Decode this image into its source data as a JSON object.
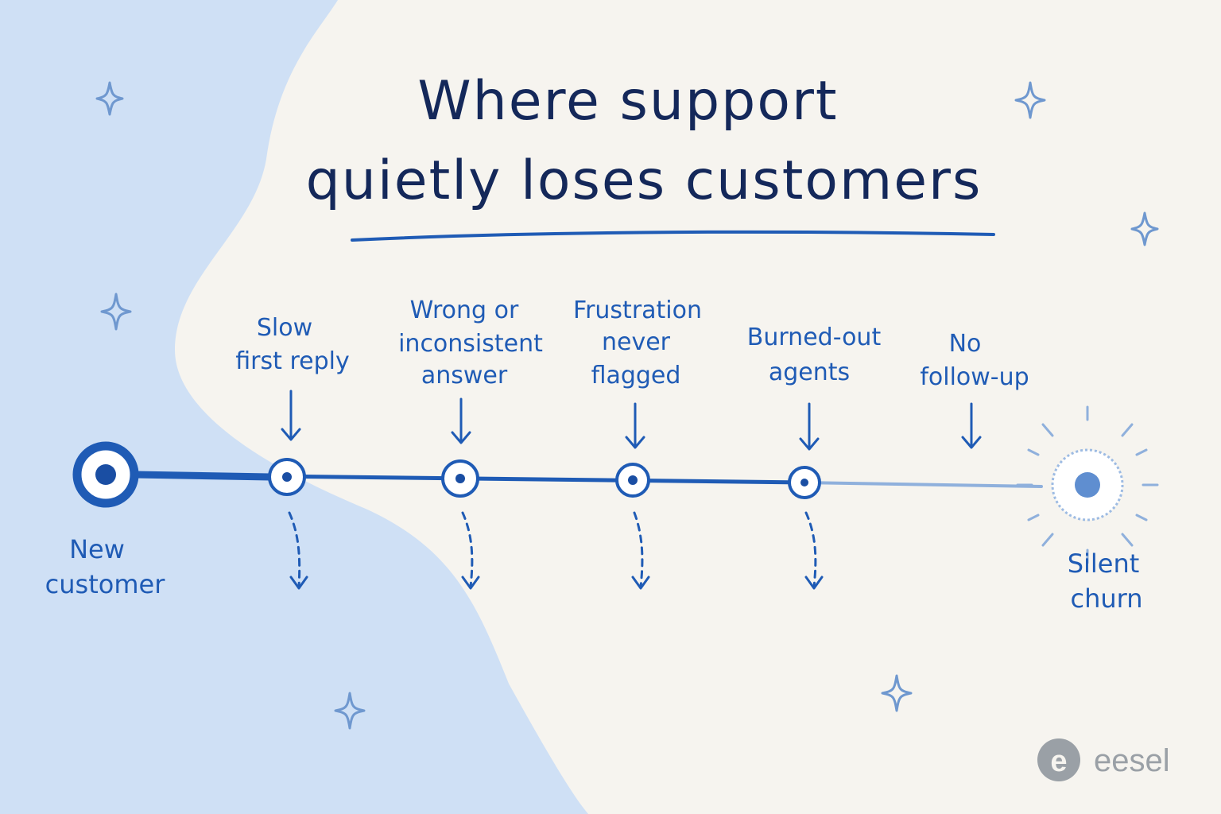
{
  "title": {
    "line1": "Where support",
    "line2": "quietly loses customers"
  },
  "start": {
    "line1": "New",
    "line2": "customer"
  },
  "end": {
    "line1": "Silent",
    "line2": "churn"
  },
  "stages": [
    {
      "lines": [
        "Slow",
        "first reply"
      ]
    },
    {
      "lines": [
        "Wrong or",
        "inconsistent",
        "answer"
      ]
    },
    {
      "lines": [
        "Frustration",
        "never",
        "flagged"
      ]
    },
    {
      "lines": [
        "Burned-out",
        "agents"
      ]
    },
    {
      "lines": [
        "No",
        "follow-up"
      ]
    }
  ],
  "logo": {
    "mark": "e",
    "name": "eesel"
  },
  "colors": {
    "background": "#f6f4ef",
    "blob": "#cfe0f5",
    "title": "#14285a",
    "accent": "#1f5bb5",
    "faded": "#8fb0dc",
    "sparkle": "#6f98cf",
    "logo": "#9aa0a6"
  },
  "icons": {
    "sparkle": "sparkle-icon",
    "arrow_down": "arrow-down-icon",
    "dashed_arrow": "dashed-arrow-icon",
    "sun": "sun-icon"
  }
}
